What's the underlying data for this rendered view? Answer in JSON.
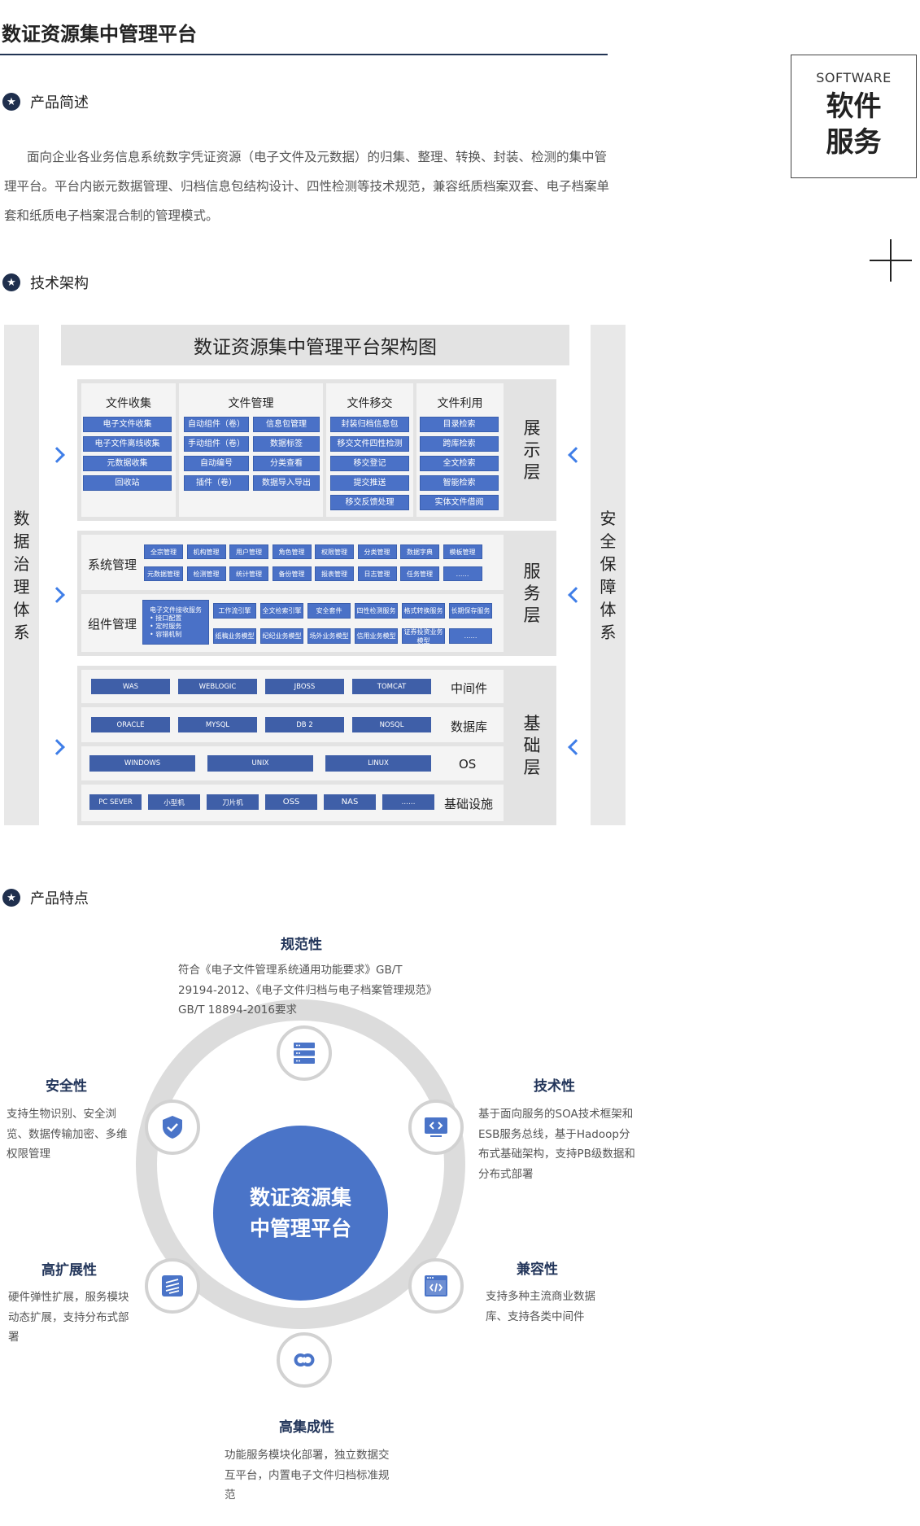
{
  "page_title": "数证资源集中管理平台",
  "badge": {
    "en": "SOFTWARE",
    "cn_line1": "软件",
    "cn_line2": "服务"
  },
  "sections": {
    "intro": "产品简述",
    "arch": "技术架构",
    "features": "产品特点"
  },
  "intro_text": "面向企业各业务信息系统数字凭证资源（电子文件及元数据）的归集、整理、转换、封装、检测的集中管理平台。平台内嵌元数据管理、归档信息包结构设计、四性检测等技术规范，兼容纸质档案双套、电子档案单套和纸质电子档案混合制的管理模式。",
  "diagram": {
    "title": "数证资源集中管理平台架构图",
    "left_side": "数据治理体系",
    "right_side": "安全保障体系",
    "display_layer": {
      "label": "展示层",
      "columns": [
        {
          "title": "文件收集",
          "items": [
            "电子文件收集",
            "电子文件离线收集",
            "元数据收集",
            "回收站"
          ]
        },
        {
          "title": "文件管理",
          "items_left": [
            "自动组件（卷）",
            "手动组件（卷）",
            "自动编号",
            "插件（卷）"
          ],
          "items_right": [
            "信息包管理",
            "数据标签",
            "分类查看",
            "数据导入导出"
          ]
        },
        {
          "title": "文件移交",
          "items": [
            "封装归档信息包",
            "移交文件四性检测",
            "移交登记",
            "提交推送",
            "移交反馈处理"
          ]
        },
        {
          "title": "文件利用",
          "items": [
            "目录检索",
            "跨库检索",
            "全文检索",
            "智能检索",
            "实体文件借阅"
          ]
        }
      ]
    },
    "service_layer": {
      "label": "服务层",
      "system_mgmt": {
        "label": "系统管理",
        "row1": [
          "全宗管理",
          "机构管理",
          "用户管理",
          "角色管理",
          "权限管理",
          "分类管理",
          "数据字典",
          "模板管理"
        ],
        "row2": [
          "元数据管理",
          "检测管理",
          "统计管理",
          "备份管理",
          "报表管理",
          "日志管理",
          "任务管理",
          "……"
        ]
      },
      "component_mgmt": {
        "label": "组件管理",
        "big_box": [
          "电子文件接收服务",
          "• 接口配置",
          "• 定时服务",
          "• 容错机制"
        ],
        "row1": [
          "工作流引擎",
          "全文检索引擎",
          "安全套件",
          "四性检测服务",
          "格式转换服务",
          "长期保存服务"
        ],
        "row2": [
          "纸稿业务模型",
          "纪纪业务模型",
          "场外业务模型",
          "信用业务模型",
          "证券投资业务模型",
          "……"
        ]
      }
    },
    "base_layer": {
      "label": "基础层",
      "rows": [
        {
          "label": "中间件",
          "items": [
            "WAS",
            "WEBLOGIC",
            "JBOSS",
            "TOMCAT"
          ]
        },
        {
          "label": "数据库",
          "items": [
            "ORACLE",
            "MYSQL",
            "DB 2",
            "NOSQL"
          ]
        },
        {
          "label": "OS",
          "items": [
            "WINDOWS",
            "UNIX",
            "LINUX"
          ]
        },
        {
          "label": "基础设施",
          "items": [
            "PC SEVER",
            "小型机",
            "刀片机",
            "OSS",
            "NAS",
            "……"
          ]
        }
      ]
    }
  },
  "features": {
    "center_line1": "数证资源集",
    "center_line2": "中管理平台",
    "items": [
      {
        "title": "规范性",
        "desc": "符合《电子文件管理系统通用功能要求》GB/T 29194-2012、《电子文件归档与电子档案管理规范》GB/T 18894-2016要求",
        "icon": "server-icon"
      },
      {
        "title": "技术性",
        "desc": "基于面向服务的SOA技术框架和ESB服务总线，基于Hadoop分布式基础架构，支持PB级数据和分布式部署",
        "icon": "code-monitor-icon"
      },
      {
        "title": "兼容性",
        "desc": "支持多种主流商业数据库、支持各类中间件",
        "icon": "code-window-icon"
      },
      {
        "title": "高集成性",
        "desc": "功能服务模块化部署，独立数据交互平台，内置电子文件归档标准规范",
        "icon": "link-icon"
      },
      {
        "title": "高扩展性",
        "desc": "硬件弹性扩展，服务模块动态扩展，支持分布式部署",
        "icon": "layers-icon"
      },
      {
        "title": "安全性",
        "desc": "支持生物识别、安全浏览、数据传输加密、多维权限管理",
        "icon": "shield-check-icon"
      }
    ]
  },
  "colors": {
    "accent": "#4a74c8",
    "dark": "#1f2f4d",
    "arrow": "#3f7ee8"
  }
}
